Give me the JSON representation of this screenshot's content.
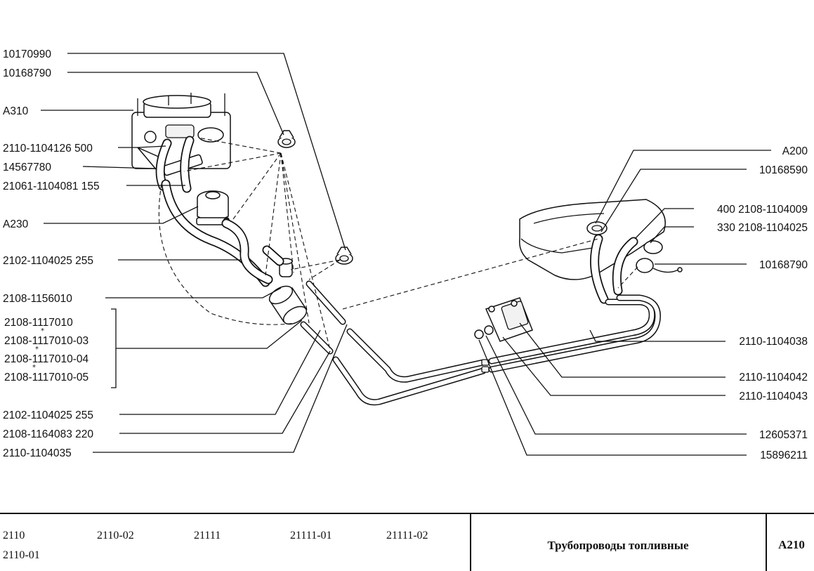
{
  "labels_left": [
    "10170990",
    "10168790",
    "A310",
    "2110-1104126  500",
    "14567780",
    "21061-1104081  155",
    "A230",
    "2102-1104025  255",
    "2108-1156010",
    "2108-1117010",
    "2108-1117010-03",
    "2108-1117010-04",
    "2108-1117010-05",
    "2102-1104025  255",
    "2108-1164083  220",
    "2110-1104035"
  ],
  "labels_right": [
    "A200",
    "10168590",
    "400  2108-1104009",
    "330  2108-1104025",
    "10168790",
    "2110-1104038",
    "2110-1104042",
    "2110-1104043",
    "12605371",
    "15896211"
  ],
  "asterisk_mark": "*",
  "title_block": {
    "models": [
      "2110",
      "2110-01",
      "2110-02",
      "21111",
      "21111-01",
      "21111-02"
    ],
    "title": "Трубопроводы топливные",
    "code": "A210"
  }
}
